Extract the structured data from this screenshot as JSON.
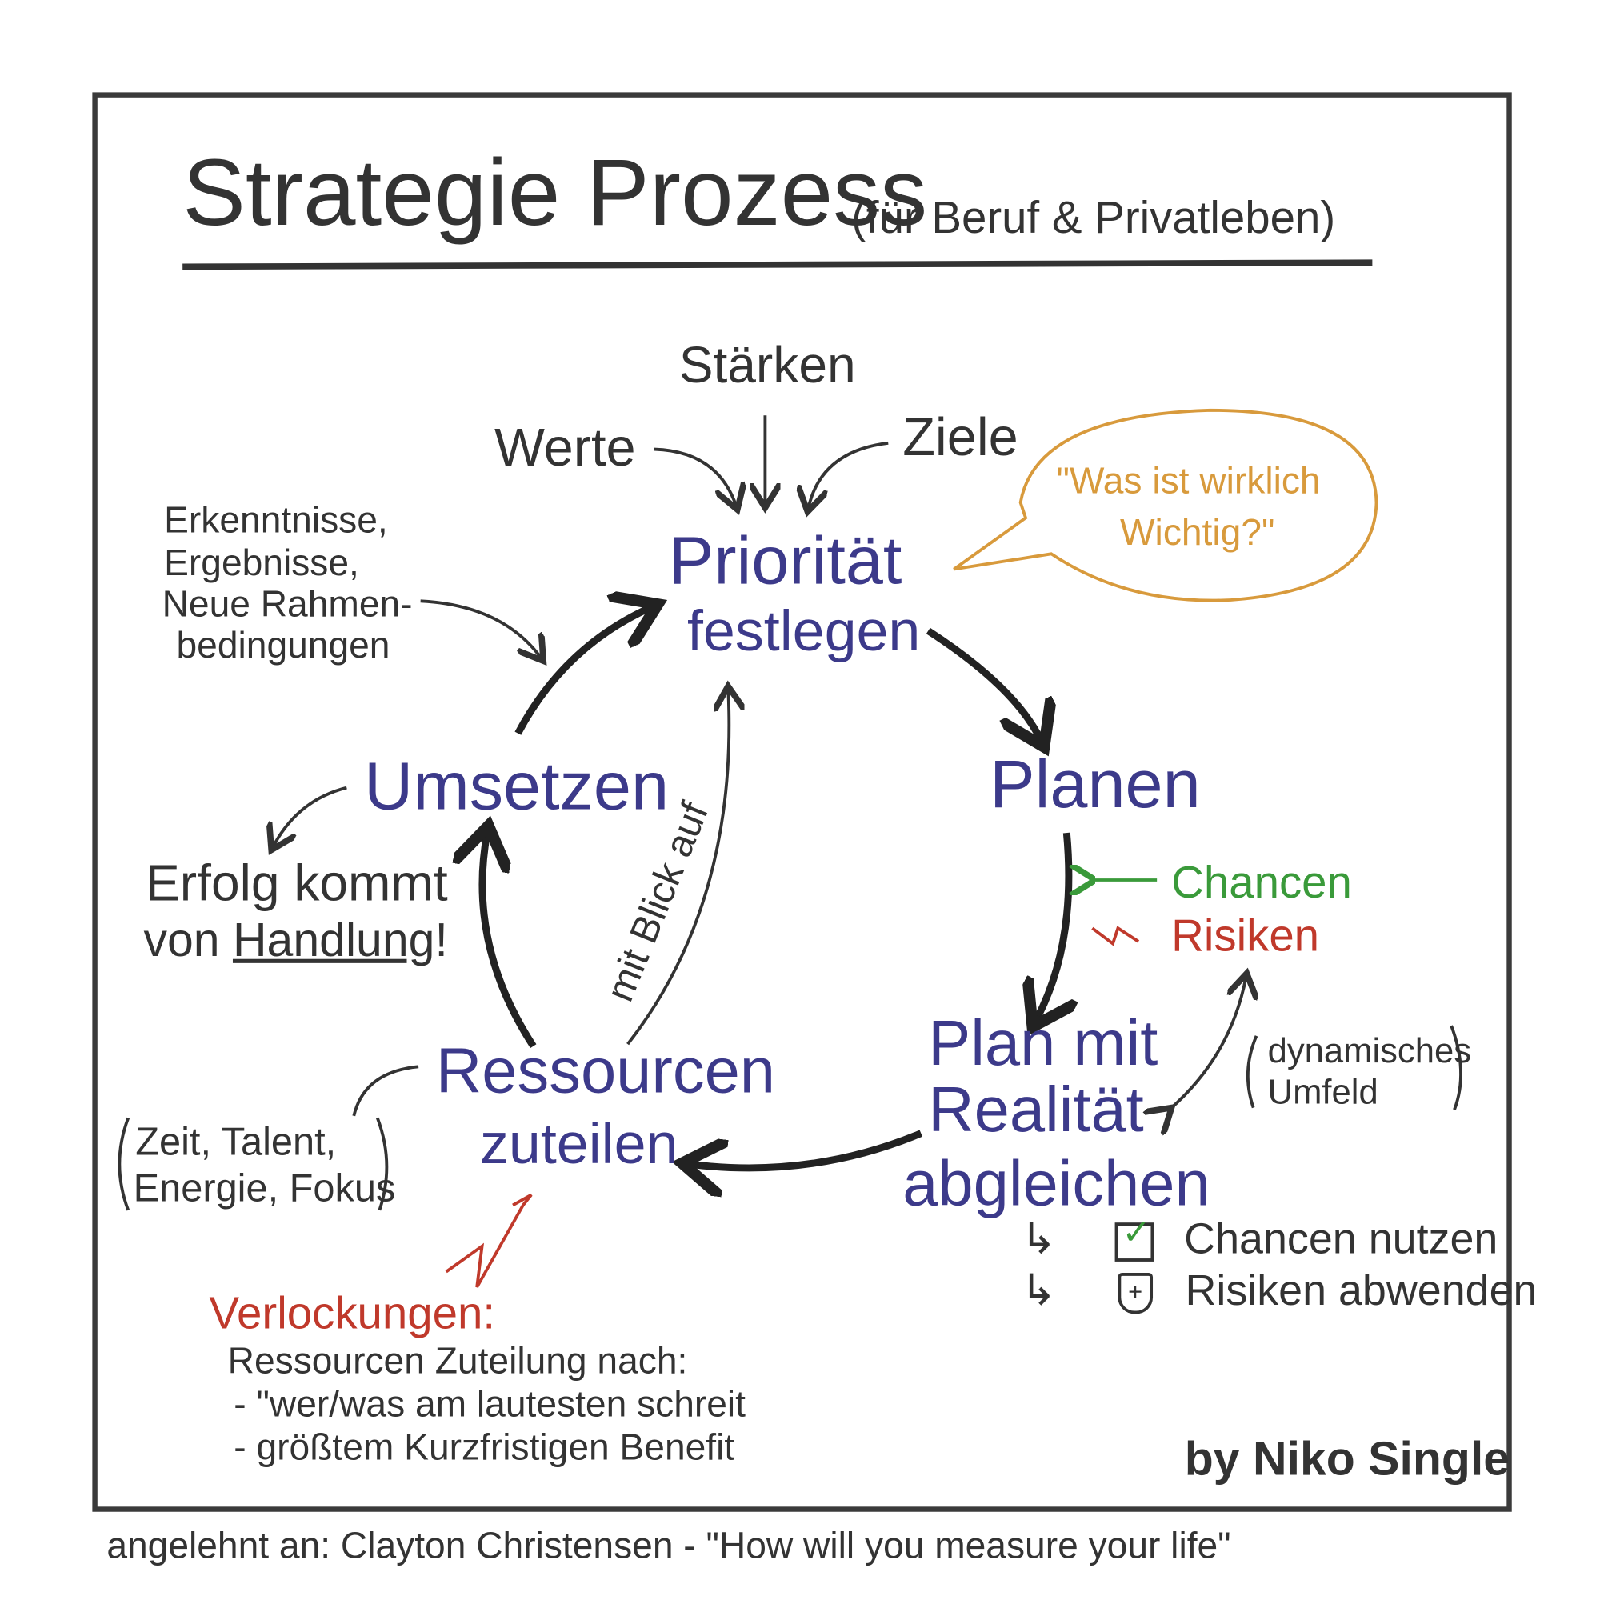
{
  "title": {
    "main": "Strategie Prozess",
    "sub": "(für Beruf & Privatleben)"
  },
  "inputs": {
    "staerken": "Stärken",
    "werte": "Werte",
    "ziele": "Ziele"
  },
  "speech_bubble": {
    "line1": "\"Was ist wirklich",
    "line2": "Wichtig?\""
  },
  "feedback": {
    "lines": [
      "Erkenntnisse,",
      "Ergebnisse,",
      "Neue Rahmen-",
      "bedingungen"
    ]
  },
  "cycle": {
    "prioritaet": {
      "line1": "Priorität",
      "line2": "festlegen"
    },
    "planen": "Planen",
    "abgleichen": {
      "line1": "Plan mit",
      "line2": "Realität",
      "line3": "abgleichen"
    },
    "ressourcen": {
      "line1": "Ressourcen",
      "line2": "zuteilen"
    },
    "umsetzen": "Umsetzen"
  },
  "mit_blick_auf": "mit Blick auf",
  "chancen": "Chancen",
  "risiken": "Risiken",
  "umfeld": {
    "line1": "dynamisches",
    "line2": "Umfeld"
  },
  "outcomes": [
    {
      "icon": "checkbox-icon",
      "label": "Chancen nutzen"
    },
    {
      "icon": "shield-icon",
      "label": "Risiken abwenden"
    }
  ],
  "erfolg": {
    "line1": "Erfolg kommt",
    "line2_pre": "von ",
    "line2_u": "Handlung",
    "line2_post": "!"
  },
  "ressourcen_list": {
    "line1": "Zeit, Talent,",
    "line2": "Energie, Fokus"
  },
  "verlockungen": {
    "title": "Verlockungen:",
    "subtitle": "Ressourcen Zuteilung nach:",
    "items": [
      "- \"wer/was am lautesten schreit",
      "- größtem Kurzfristigen Benefit"
    ]
  },
  "author": "by Niko Single",
  "credit": "angelehnt an: Clayton Christensen - \"How will you measure your life\"",
  "colors": {
    "blue": "#3c3a8a",
    "red": "#c0392b",
    "green": "#3a9a3a",
    "orange": "#d89a3c",
    "ink": "#333333"
  }
}
